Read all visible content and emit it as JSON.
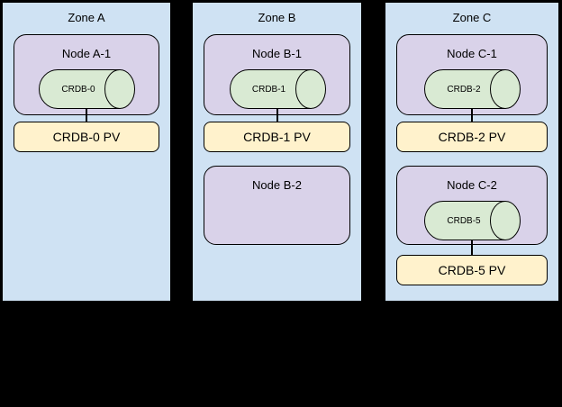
{
  "colors": {
    "canvas_bg": "#000000",
    "zone_bg": "#cfe2f3",
    "node_bg": "#d9d2e9",
    "cylinder_bg": "#d9ead3",
    "pv_bg": "#fff2cc",
    "line": "#000000",
    "text": "#000000"
  },
  "diagram": {
    "zones": [
      {
        "title": "Zone A",
        "nodes": [
          {
            "label": "Node A-1",
            "cylinder_label": "CRDB-0",
            "pv_label": "CRDB-0 PV"
          }
        ]
      },
      {
        "title": "Zone B",
        "nodes": [
          {
            "label": "Node B-1",
            "cylinder_label": "CRDB-1",
            "pv_label": "CRDB-1 PV"
          },
          {
            "label": "Node B-2"
          }
        ]
      },
      {
        "title": "Zone C",
        "nodes": [
          {
            "label": "Node C-1",
            "cylinder_label": "CRDB-2",
            "pv_label": "CRDB-2 PV"
          },
          {
            "label": "Node C-2",
            "cylinder_label": "CRDB-5",
            "pv_label": "CRDB-5 PV"
          }
        ]
      }
    ]
  }
}
